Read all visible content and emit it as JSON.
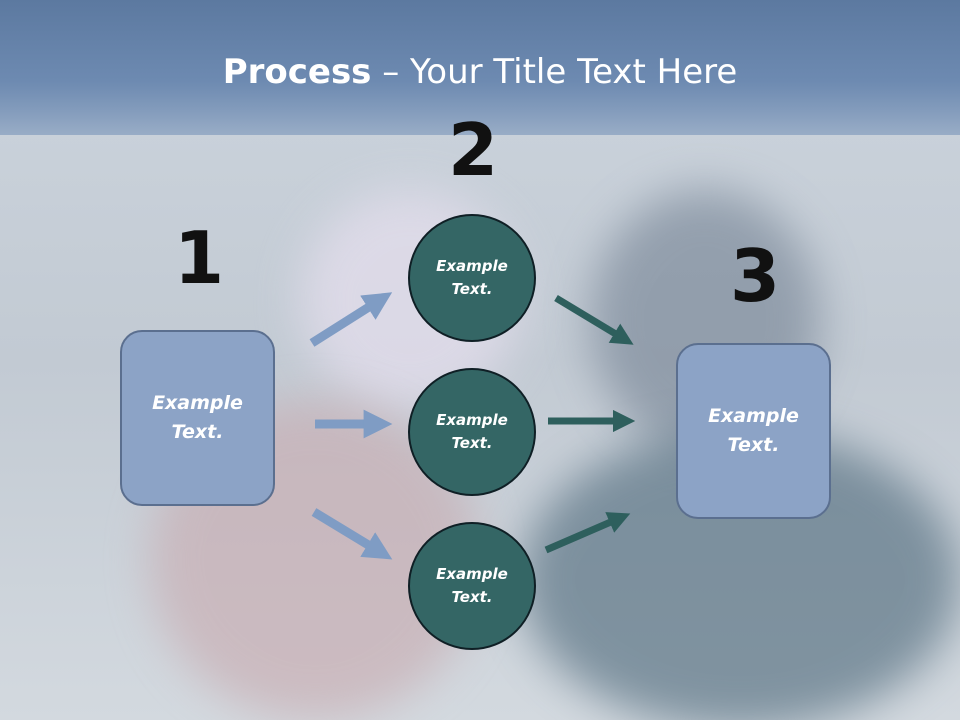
{
  "slide": {
    "title_bold": "Process",
    "title_rest": " – Your Title Text Here"
  },
  "steps": {
    "n1": "1",
    "n2": "2",
    "n3": "3"
  },
  "nodes": {
    "left_box": "Example\nText.",
    "circle_top": "Example\nText.",
    "circle_mid": "Example\nText.",
    "circle_bot": "Example\nText.",
    "right_box": "Example\nText."
  },
  "colors": {
    "box_fill": "#8ca3c6",
    "circle_fill": "#346665",
    "arrow_in": "#7f9cc4",
    "arrow_out": "#2e5f5d",
    "title_bar": "#5c79a0"
  }
}
